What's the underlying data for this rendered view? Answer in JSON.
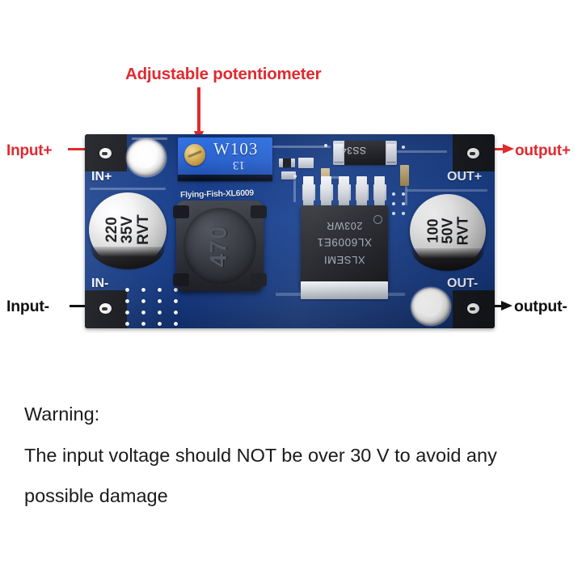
{
  "annotations": {
    "potentiometer": "Adjustable potentiometer",
    "input_plus": "Input+",
    "input_minus": "Input-",
    "output_plus": "output+",
    "output_minus": "output-"
  },
  "colors": {
    "annotation_red": "#e02a2f",
    "annotation_black": "#111111",
    "pcb_blue": "#1a4291",
    "pad_black": "#14161b"
  },
  "board": {
    "silkscreen": {
      "in_plus": "IN+",
      "in_minus": "IN-",
      "out_plus": "OUT+",
      "out_minus": "OUT-",
      "model": "Flying-Fish-XL6009"
    },
    "potentiometer": {
      "marking": "W103",
      "code": "13"
    },
    "inductor": {
      "marking": "470"
    },
    "ic": {
      "line1": "203WR",
      "line2": "XL6009E1",
      "line3": "XLSEMI"
    },
    "diode": {
      "marking": "SS34"
    },
    "capacitor_left": {
      "capacitance": "220",
      "voltage": "35V",
      "brand": "RVT"
    },
    "capacitor_right": {
      "capacitance": "100",
      "voltage": "50V",
      "brand": "RVT"
    }
  },
  "warning": {
    "heading": "Warning:",
    "line1": "The input voltage should NOT be over 30 V to avoid any",
    "line2": "possible damage"
  }
}
